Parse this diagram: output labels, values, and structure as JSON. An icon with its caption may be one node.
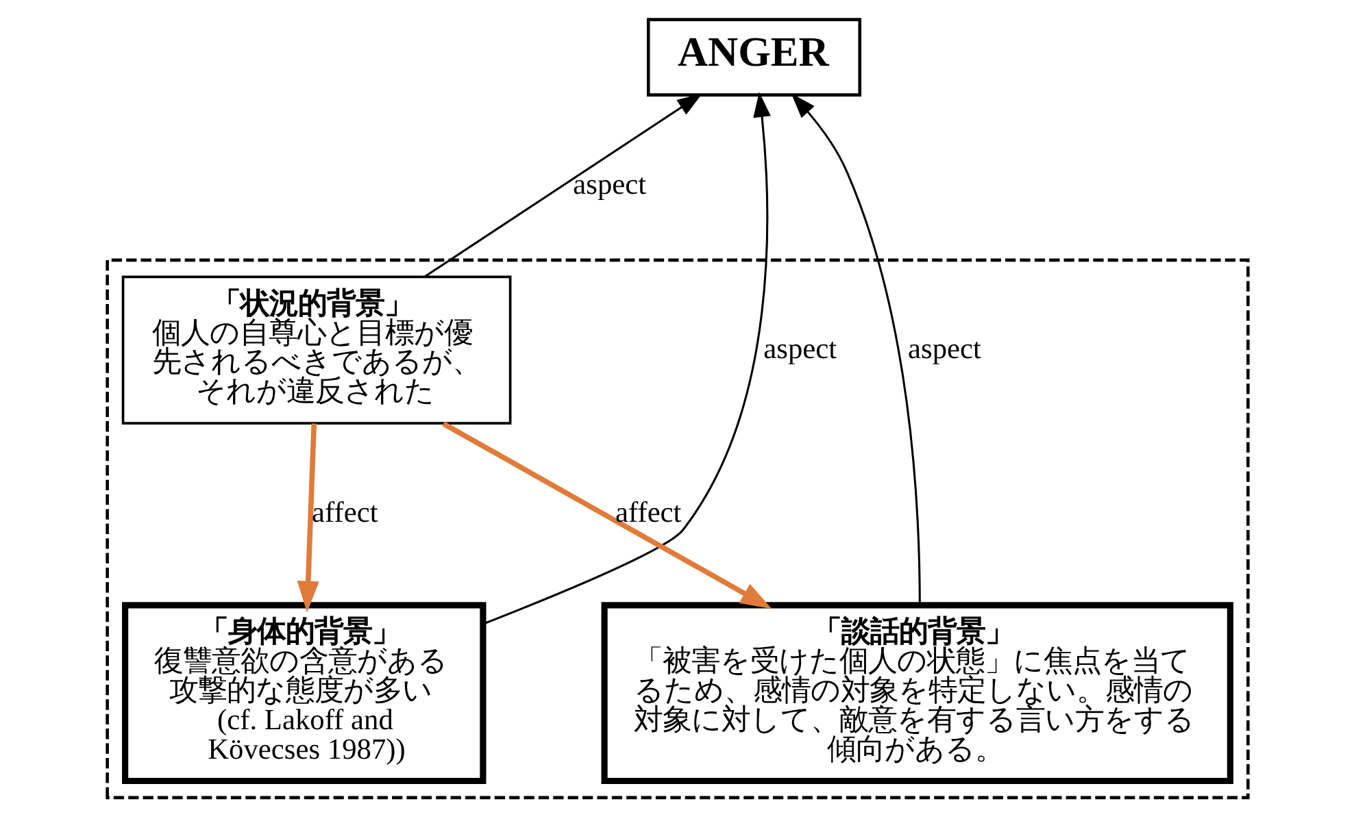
{
  "diagram": {
    "nodes": [
      {
        "text": [
          "ANGER"
        ]
      },
      {
        "text": [],
        "shape": "box"
      },
      {
        "text": [
          "「状況的背景」",
          "個人の自尊心と目標が優先されるべきであるが、それが違反された"
        ],
        "in": 1
      },
      {
        "text": [
          "「身体的背景」",
          "復讐意欲の含意がある攻撃的な態度が多い",
          "(cf. Lakoff and Kövecses 1987))"
        ],
        "in": 1
      },
      {
        "text": [
          "「談話的背景」",
          "「被害を受けた個人の状態」に焦点を当てるため、感情の対象を特定しない。感情の対象に対して、敵意を有する言い方をする傾向がある。"
        ],
        "in": 1
      }
    ],
    "edges": [
      {
        "from": 3,
        "to": 0,
        "arrow": "to",
        "label": "aspect"
      },
      {
        "from": 2,
        "to": 0,
        "arrow": "to",
        "label": "aspect"
      },
      {
        "from": 4,
        "to": 0,
        "arrow": "to",
        "label": "aspect"
      },
      {
        "from": 2,
        "to": 3,
        "arrow": "to",
        "label": "affect",
        "style": "thick",
        "color": "#e07b39"
      },
      {
        "from": 2,
        "to": 4,
        "arrow": "to",
        "label": "affect",
        "style": "thick",
        "color": "#e07b39"
      }
    ]
  }
}
